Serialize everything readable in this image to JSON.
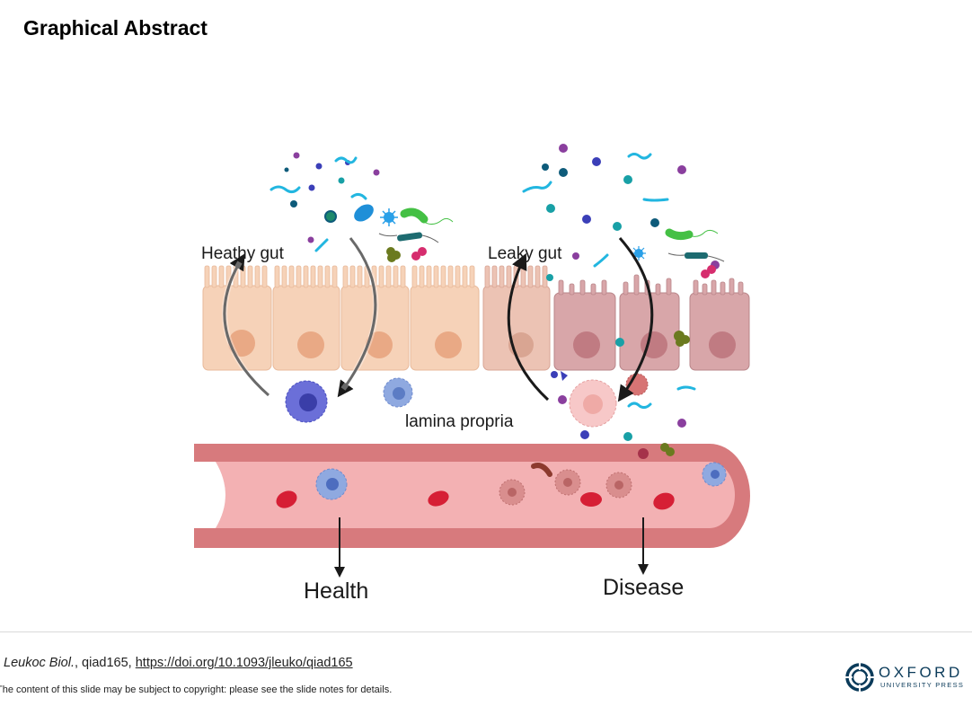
{
  "header": {
    "title": "Graphical Abstract"
  },
  "diagram": {
    "healthy_label": "Heathy gut",
    "leaky_label": "Leaky gut",
    "lamina_label": "lamina propria",
    "health_label": "Health",
    "disease_label": "Disease"
  },
  "footer": {
    "journal": "Leukoc Biol.",
    "article_id": ", qiad165, ",
    "doi": "https://doi.org/10.1093/jleuko/qiad165",
    "copyright": "The content of this slide may be subject to copyright: please see the slide notes for details."
  },
  "logo": {
    "name": "OXFORD",
    "sub": "UNIVERSITY PRESS"
  },
  "colors": {
    "healthy_cell": "#f6d2b8",
    "healthy_nucleus": "#e9a985",
    "leaky_cell": "#d8a6a9",
    "leaky_nucleus": "#c07b82",
    "vessel_wall": "#d77a7d",
    "vessel_lumen": "#f3b1b3",
    "rbc": "#d61f35",
    "brand": "#0b3b5a"
  }
}
